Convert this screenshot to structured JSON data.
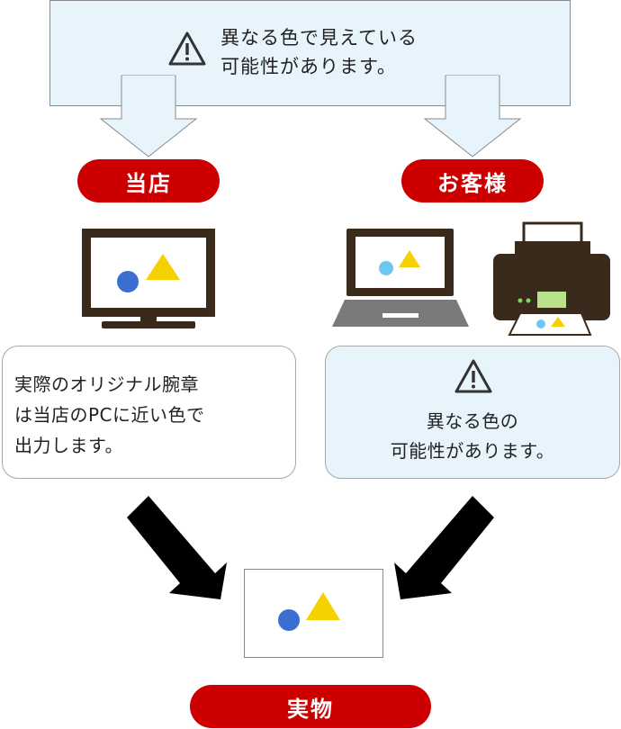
{
  "top_notice": {
    "line1": "異なる色で見えている",
    "line2": "可能性があります。"
  },
  "labels": {
    "store": "当店",
    "customer": "お客様",
    "actual": "実物"
  },
  "left_card": {
    "line1": "実際のオリジナル腕章",
    "line2": "は当店のPCに近い色で",
    "line3": "出力します。"
  },
  "right_card": {
    "line1": "異なる色の",
    "line2": "可能性があります。"
  },
  "icons": {
    "warning": "warning-triangle-icon",
    "monitor": "desktop-monitor-icon",
    "laptop": "laptop-icon",
    "printer": "printer-icon"
  },
  "colors": {
    "pill_red": "#cc0000",
    "notice_bg": "#e8f4fb",
    "device_brown": "#3a2a1b",
    "shape_blue": "#3a6fd0",
    "shape_yellow": "#f5d100",
    "shape_lightblue": "#6cc8f0"
  }
}
